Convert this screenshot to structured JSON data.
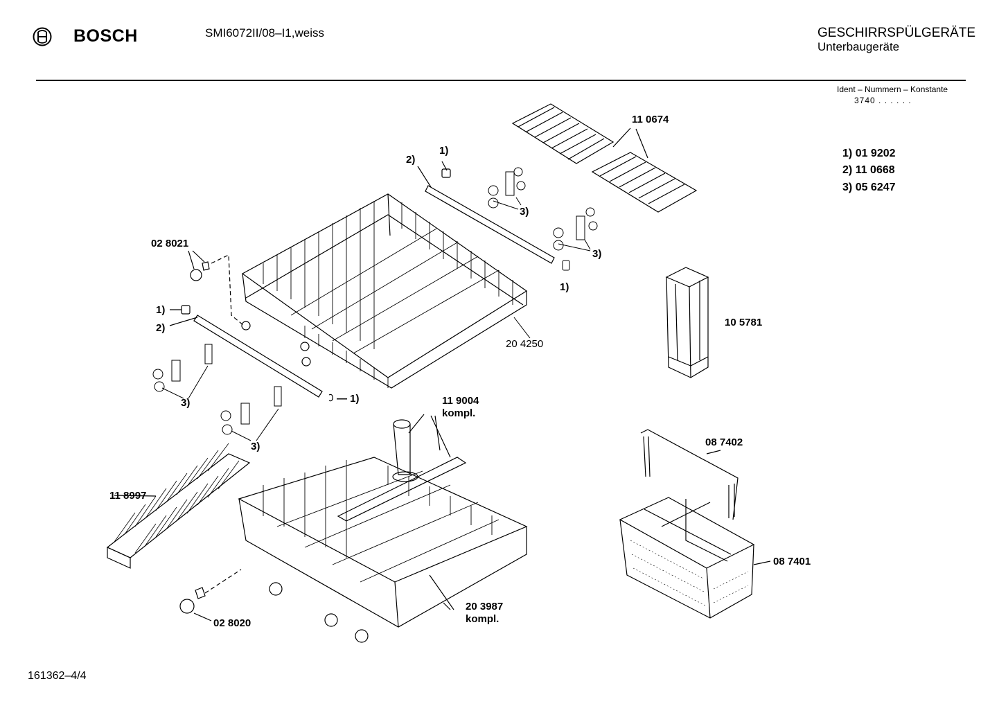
{
  "header": {
    "brand": "BOSCH",
    "model": "SMI6072II/08–I1,weiss",
    "category": "GESCHIRRSPÜLGERÄTE",
    "subcategory": "Unterbaugeräte",
    "ident_label": "Ident – Nummern – Konstante",
    "ident_value": "3740 . .  . . . ."
  },
  "legend": [
    {
      "key": "1)",
      "part": "01 9202"
    },
    {
      "key": "2)",
      "part": "11 0668"
    },
    {
      "key": "3)",
      "part": "05 6247"
    }
  ],
  "parts": {
    "p110674": "11 0674",
    "p028021": "02 8021",
    "p204250": "20 4250",
    "p105781": "10 5781",
    "p119004": "11 9004",
    "kompl1": "kompl.",
    "p087402": "08 7402",
    "p118997": "11 8997",
    "p087401": "08 7401",
    "p203987": "20 3987",
    "kompl2": "kompl.",
    "p028020": "02 8020"
  },
  "callouts": {
    "c1_top": "1)",
    "c2_top": "2)",
    "c3_a": "3)",
    "c3_b": "3)",
    "c1_right": "1)",
    "c1_left": "1)",
    "c2_left": "2)",
    "c3_c": "3)",
    "c3_d": "3)",
    "c1_bottom": "— 1)"
  },
  "footer": {
    "sheet": "161362–4/4"
  }
}
